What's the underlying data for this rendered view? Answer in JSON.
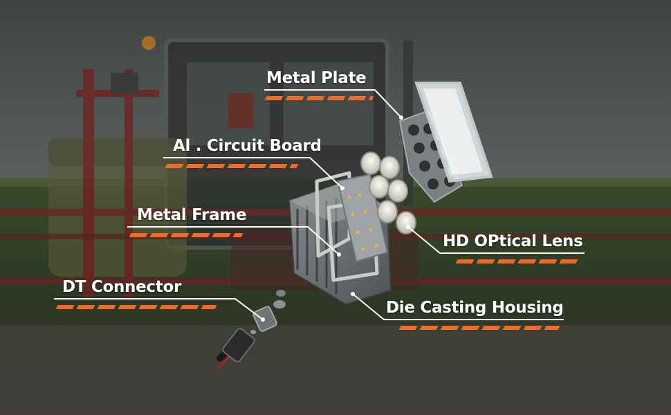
{
  "callouts": [
    {
      "id": "metal-plate",
      "text": "Metal Plate"
    },
    {
      "id": "circuit-board",
      "text": "Al . Circuit Board"
    },
    {
      "id": "metal-frame",
      "text": "Metal Frame"
    },
    {
      "id": "optical-lens",
      "text": "HD OPtical Lens"
    },
    {
      "id": "dt-connector",
      "text": "DT Connector"
    },
    {
      "id": "die-casting-housing",
      "text": "Die Casting Housing"
    }
  ],
  "colors": {
    "accent": "#ef6a26",
    "leader": "#ffffff",
    "sky": "#4c5150",
    "field": "#2e3a25"
  }
}
